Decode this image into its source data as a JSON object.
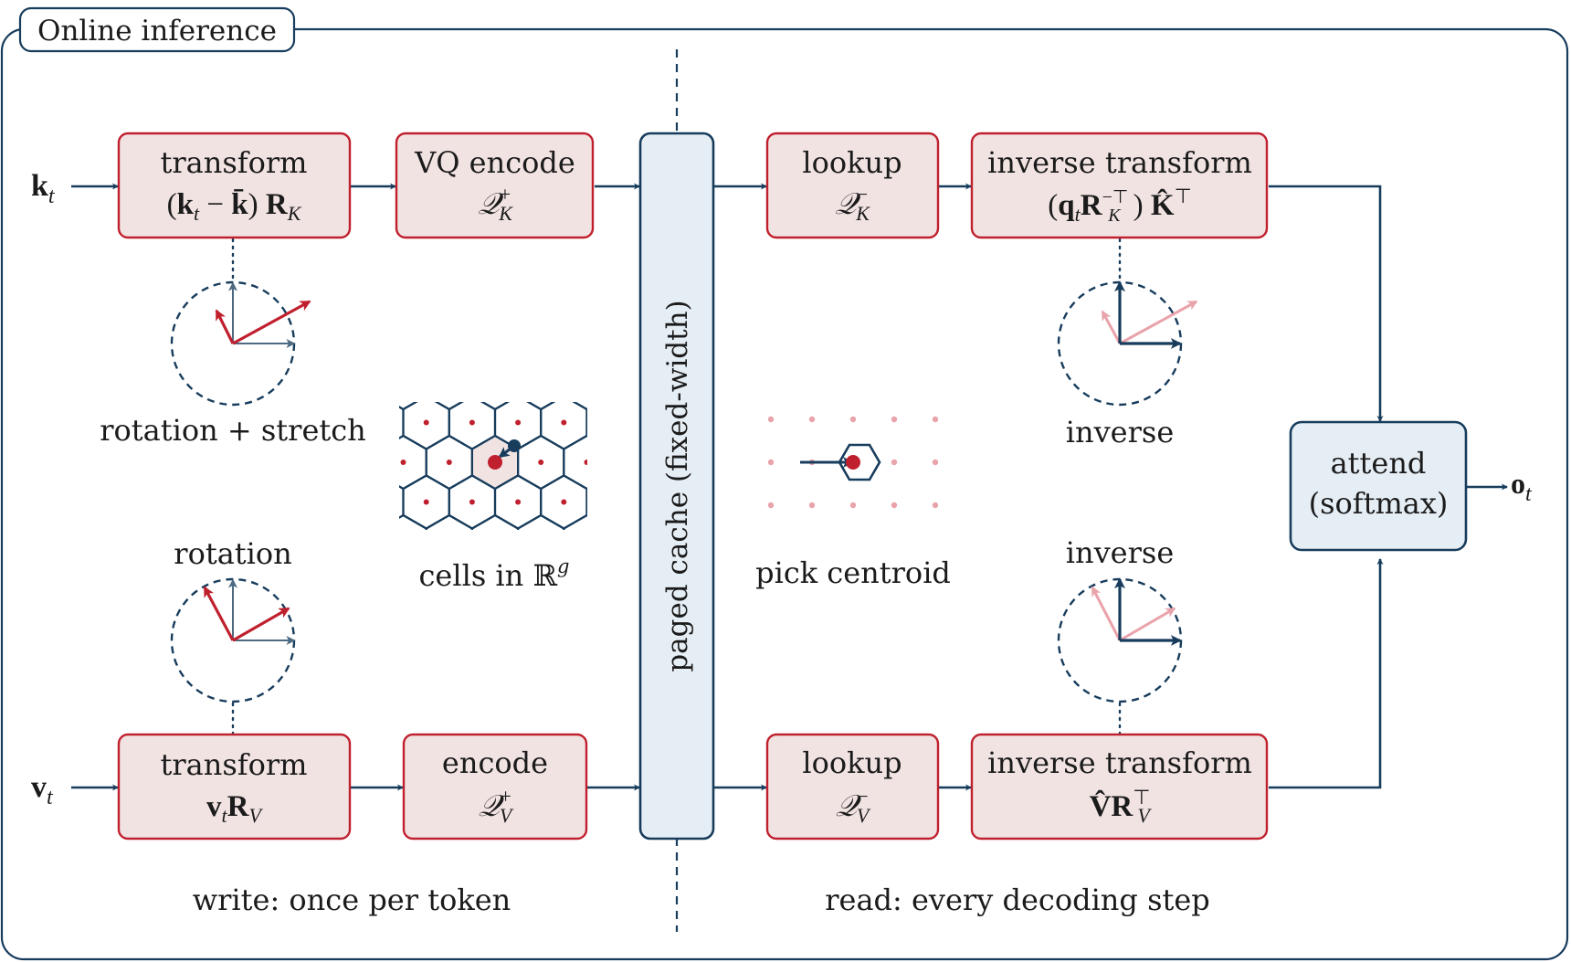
{
  "colors": {
    "navy": "#173c5c",
    "red": "#c0202e",
    "red_light": "#e9a3ab",
    "box_red_fill": "#f2e3e3",
    "box_blue_fill": "#e6eef5"
  },
  "frame": {
    "title": "Online inference"
  },
  "inputs": {
    "k": "k",
    "k_sub": "t",
    "v": "v",
    "v_sub": "t"
  },
  "output": {
    "o": "o",
    "o_sub": "t"
  },
  "write": {
    "k_transform": {
      "title": "transform",
      "formula": "(kₜ − k̄) R_K"
    },
    "k_encode": {
      "title": "VQ encode",
      "formula": "𝒬⁺_K"
    },
    "v_transform": {
      "title": "transform",
      "formula": "vₜ R_V"
    },
    "v_encode": {
      "title": "encode",
      "formula": "𝒬⁺_V"
    },
    "caption": "write: once per token"
  },
  "cache": {
    "label": "paged cache (fixed-width)"
  },
  "read": {
    "k_lookup": {
      "title": "lookup",
      "formula": "𝒬⁻_K"
    },
    "k_inverse": {
      "title": "inverse transform",
      "formula": "(qₜ R_K^{−⊤}) K̂^⊤"
    },
    "v_lookup": {
      "title": "lookup",
      "formula": "𝒬⁻_V"
    },
    "v_inverse": {
      "title": "inverse transform",
      "formula": "V̂ R_V^⊤"
    },
    "caption": "read: every decoding step"
  },
  "attend": {
    "line1": "attend",
    "line2": "(softmax)"
  },
  "insets": {
    "rotation_stretch": "rotation + stretch",
    "rotation": "rotation",
    "cells": "cells in ℝ",
    "cells_sup": "g",
    "pick_centroid": "pick centroid",
    "inverse_top": "inverse",
    "inverse_bottom": "inverse"
  }
}
